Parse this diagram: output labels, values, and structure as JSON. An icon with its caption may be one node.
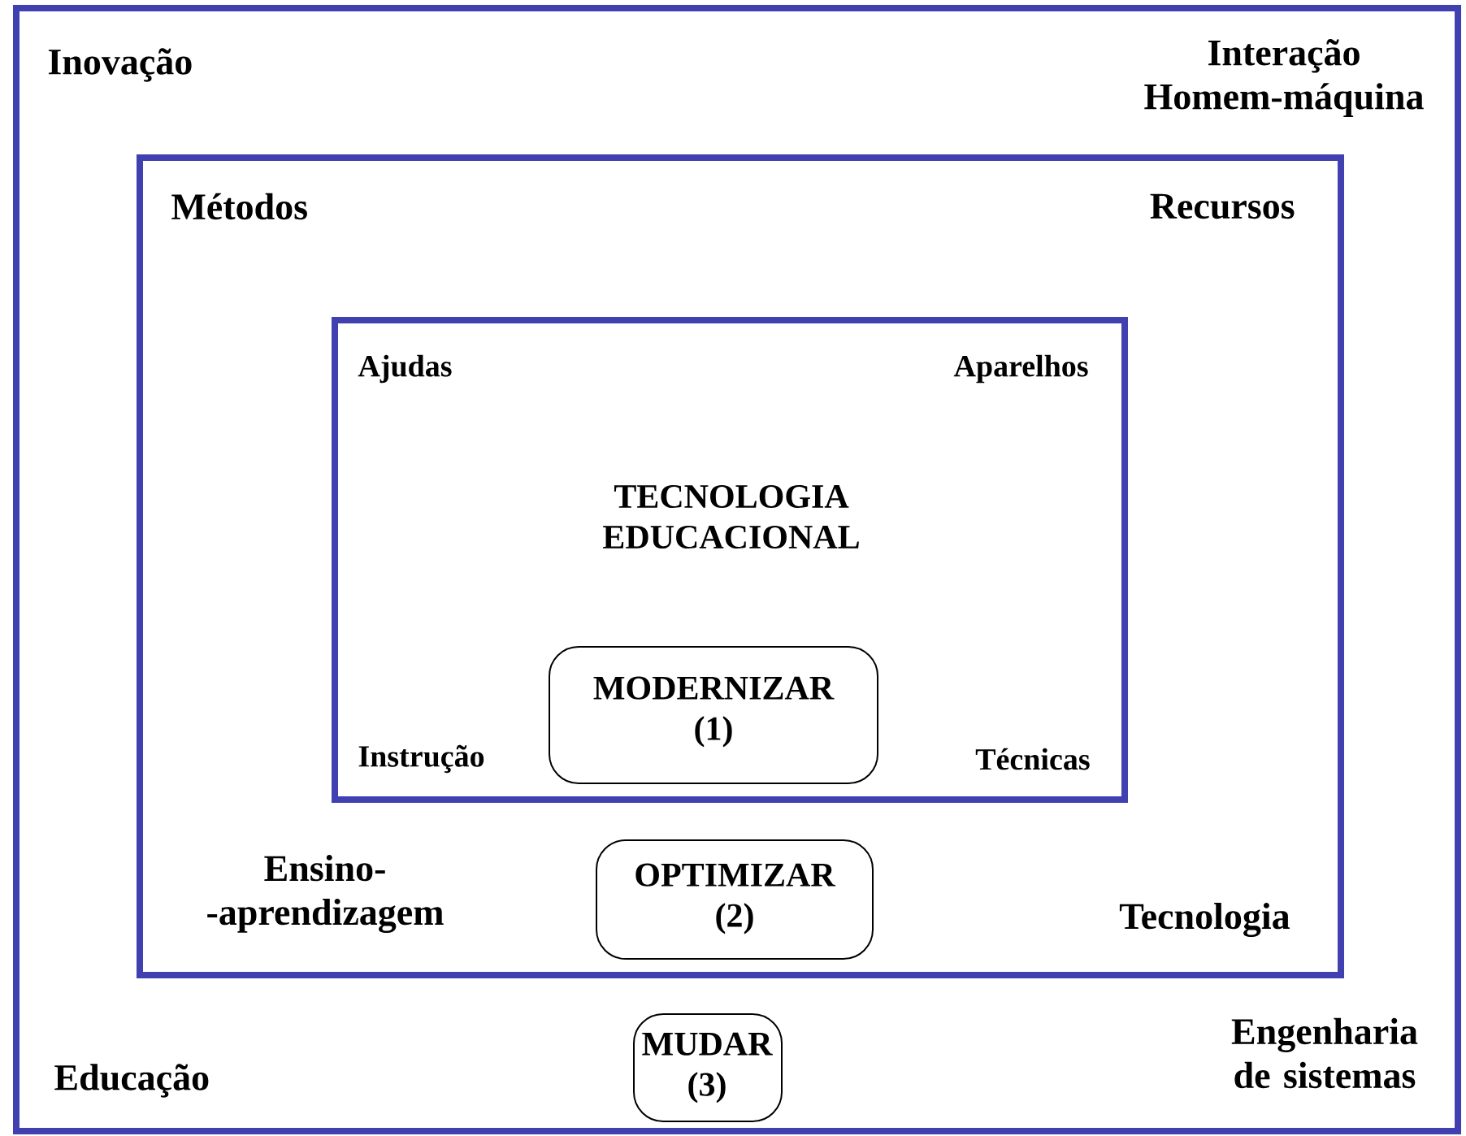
{
  "diagram": {
    "nodes": [
      {
        "text": [
          "Inovação",
          "Interação Homem-máquina",
          "Educação",
          "Engenharia de sistemas"
        ]
      },
      {
        "text": [
          "Métodos",
          "Recursos",
          "Ensino- -aprendizagem",
          "Tecnologia"
        ],
        "in": 0
      },
      {
        "text": [
          "Ajudas",
          "Aparelhos",
          "TECNOLOGIA EDUCACIONAL",
          "Instrução",
          "Técnicas"
        ],
        "in": 1
      },
      {
        "text": [
          "MODERNIZAR (1)"
        ],
        "in": 2
      },
      {
        "text": [
          "OPTIMIZAR (2)"
        ],
        "in": 1
      },
      {
        "text": [
          "MUDAR (3)"
        ],
        "in": 0
      }
    ]
  }
}
